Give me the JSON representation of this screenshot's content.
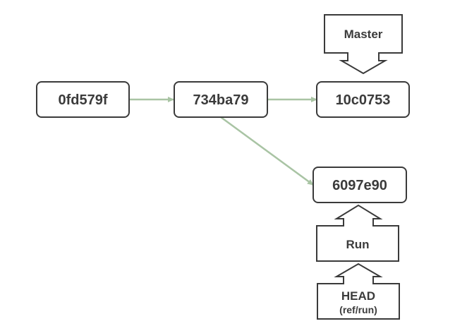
{
  "commits": [
    {
      "id": "commit-1",
      "label": "0fd579f"
    },
    {
      "id": "commit-2",
      "label": "734ba79"
    },
    {
      "id": "commit-3",
      "label": "10c0753"
    },
    {
      "id": "commit-4",
      "label": "6097e90"
    }
  ],
  "refs": {
    "master": {
      "label": "Master"
    },
    "run": {
      "label": "Run"
    },
    "head": {
      "label": "HEAD",
      "sublabel": "(ref/run)"
    }
  },
  "colors": {
    "edge": "#a9c4a4",
    "border": "#3a3a3a",
    "text": "#3b3b3b"
  }
}
